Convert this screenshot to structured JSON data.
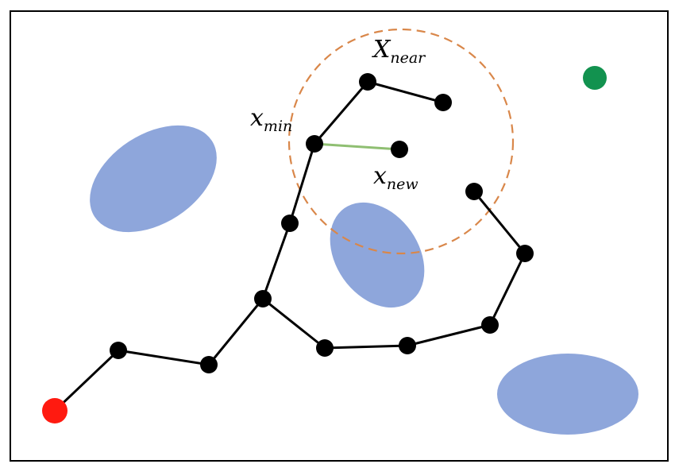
{
  "diagram": {
    "labels": {
      "x_near": {
        "base": "X",
        "sub": "near"
      },
      "x_min": {
        "base": "x",
        "sub": "min"
      },
      "x_new": {
        "base": "x",
        "sub": "new"
      }
    },
    "colors": {
      "frame": "#000000",
      "obstacle": "#8ea6db",
      "node": "#000000",
      "edge": "#000000",
      "new_edge": "#8fbf72",
      "near_circle": "#d9874a",
      "start": "#ff1a10",
      "goal": "#12924f"
    }
  }
}
